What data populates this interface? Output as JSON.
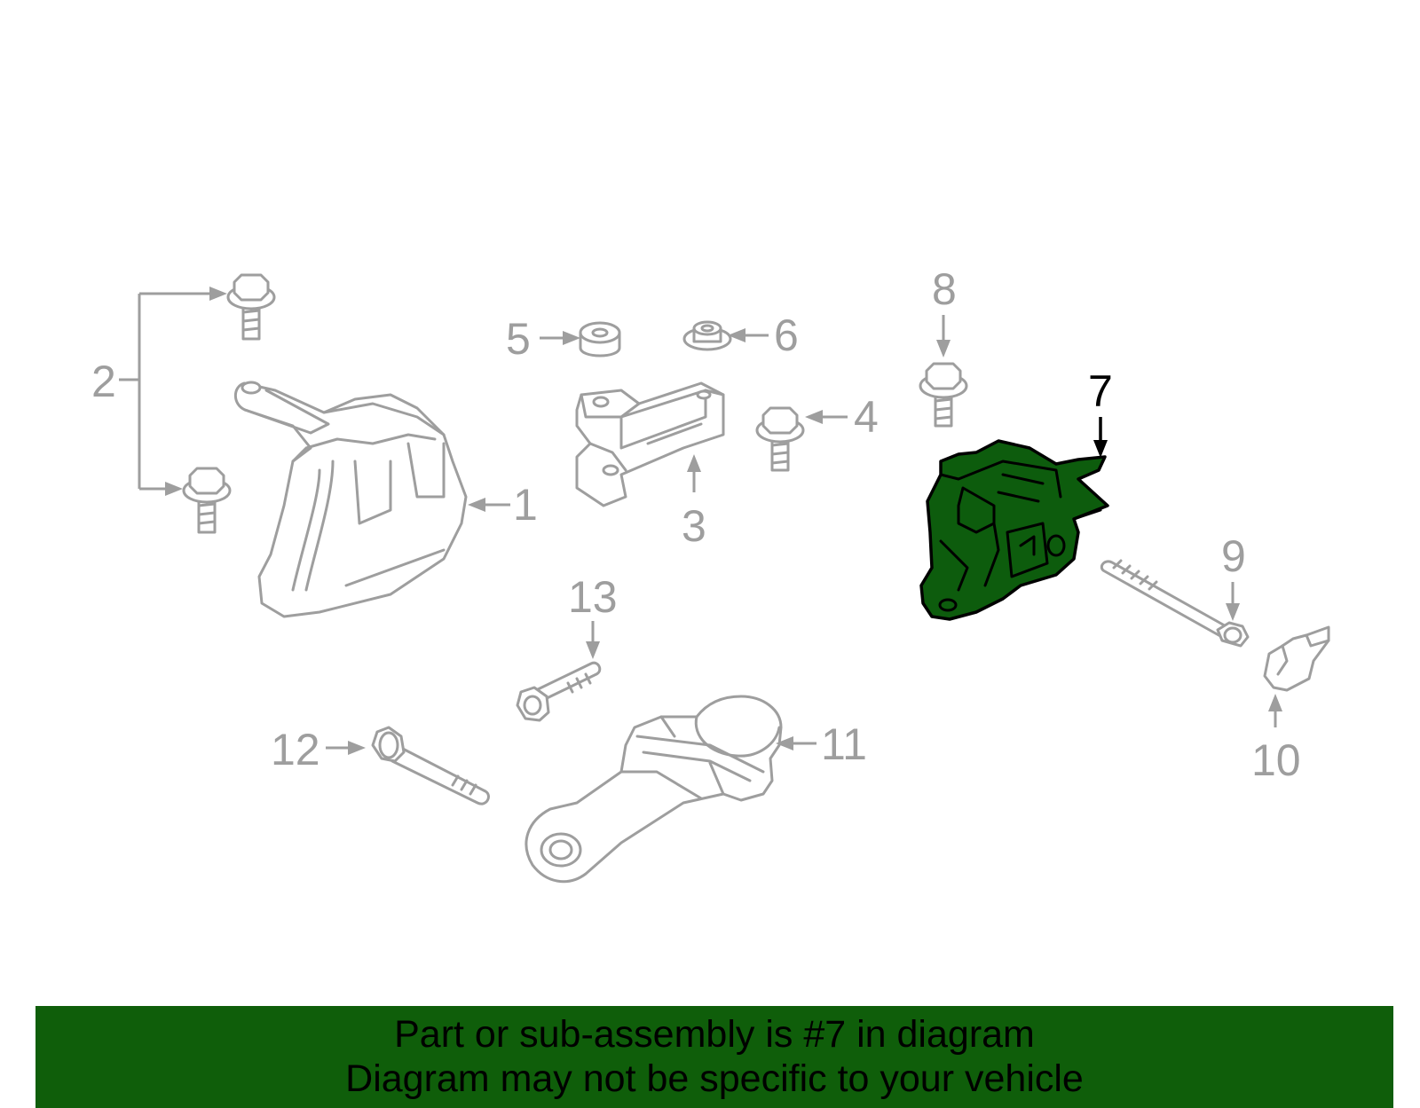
{
  "callouts": {
    "c1": "1",
    "c2": "2",
    "c3": "3",
    "c4": "4",
    "c5": "5",
    "c6": "6",
    "c7": "7",
    "c8": "8",
    "c9": "9",
    "c10": "10",
    "c11": "11",
    "c12": "12",
    "c13": "13"
  },
  "highlighted_part": "7",
  "colors": {
    "highlight_fill": "#0d5c0d",
    "part_stroke": "#9e9e9e",
    "banner_bg": "#0f5e0a"
  },
  "banner": {
    "line1": "Part or sub-assembly is #7 in diagram",
    "line2": "Diagram may not be specific to your vehicle"
  }
}
